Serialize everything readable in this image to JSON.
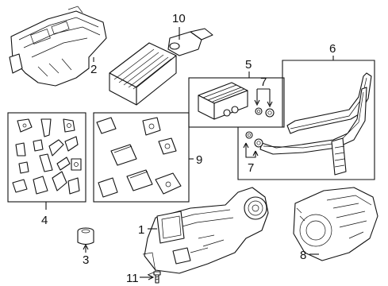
{
  "diagram": {
    "callouts": {
      "c1": "1",
      "c2": "2",
      "c3": "3",
      "c4": "4",
      "c5": "5",
      "c6": "6",
      "c7a": "7",
      "c7b": "7",
      "c8": "8",
      "c9": "9",
      "c10": "10",
      "c11": "11"
    }
  }
}
